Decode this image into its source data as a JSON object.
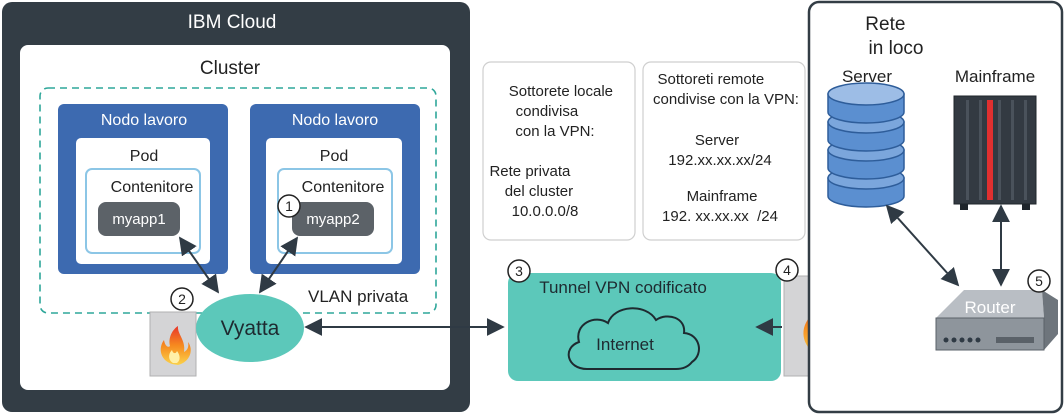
{
  "ibm_cloud": {
    "title": "IBM Cloud",
    "cluster": "Cluster",
    "vlan": "VLAN privata",
    "vyatta": "Vyatta",
    "worker_nodes": [
      {
        "label": "Nodo lavoro",
        "pod": "Pod",
        "container": "Contenitore",
        "app": "myapp1"
      },
      {
        "label": "Nodo lavoro",
        "pod": "Pod",
        "container": "Contenitore",
        "app": "myapp2"
      }
    ]
  },
  "local_subnet_box": {
    "lines": [
      "Sottorete locale",
      "condivisa",
      "con la VPN:"
    ],
    "network_lines": [
      "Rete privata",
      "del cluster",
      "10.0.0.0/8"
    ]
  },
  "remote_subnet_box": {
    "lines": [
      "Sottoreti remote",
      "condivise con la VPN:"
    ],
    "server_label": "Server",
    "server_ip": "192.xx.xx.xx/24",
    "mainframe_label": "Mainframe",
    "mainframe_ip": "192. xx.xx.xx  /24"
  },
  "tunnel": {
    "label": "Tunnel VPN codificato",
    "internet": "Internet"
  },
  "on_prem": {
    "title_lines": [
      "Rete",
      "in loco"
    ],
    "server": "Server",
    "mainframe": "Mainframe",
    "router": "Router"
  },
  "steps": [
    "1",
    "2",
    "3",
    "4",
    "5"
  ],
  "colors": {
    "dark": "#333d45",
    "node_blue": "#3d6ab0",
    "node_light_border": "#8cc6e6",
    "app_gray": "#5c6268",
    "teal": "#5cc8ba",
    "server_blue": "#5b8fd0",
    "firewall_gray": "#d4d4d6",
    "router_gray": "#9aa0a6"
  }
}
